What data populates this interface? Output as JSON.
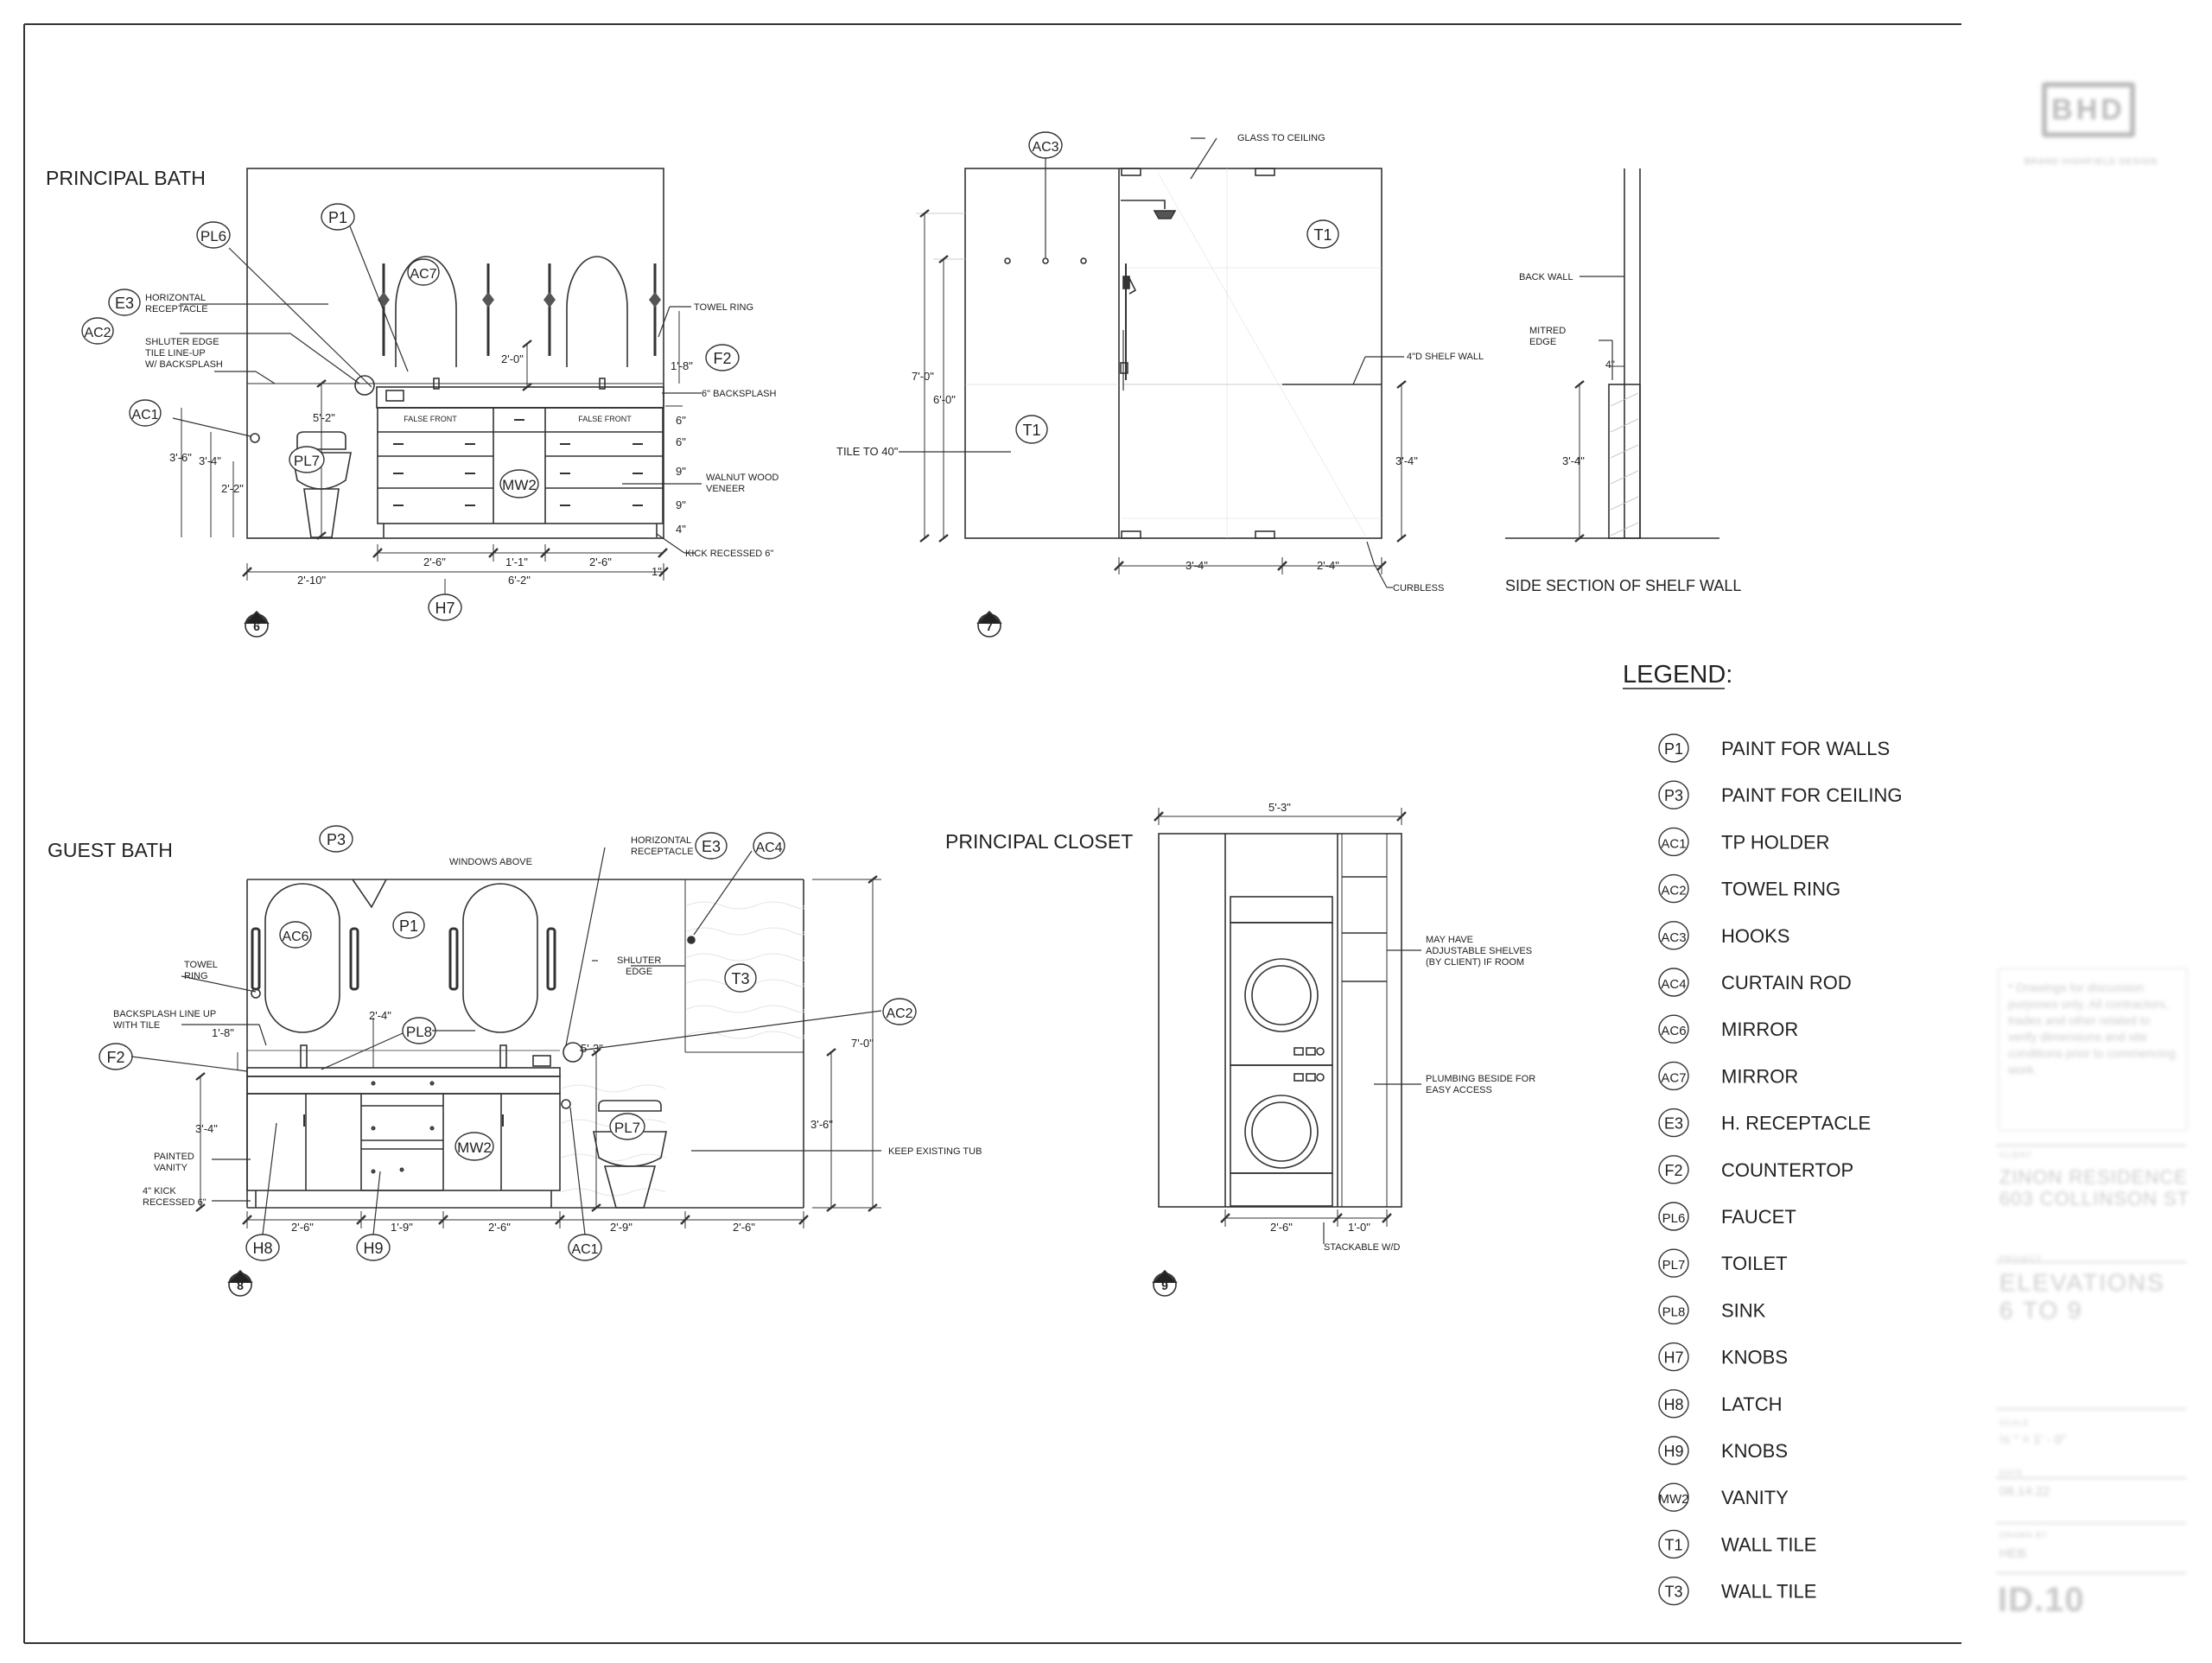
{
  "views": {
    "principal_bath": {
      "title": "PRINCIPAL BATH",
      "number": "6",
      "tags": {
        "PL6": "PL6",
        "P1": "P1",
        "AC7": "AC7",
        "E3": "E3",
        "AC2": "AC2",
        "AC1": "AC1",
        "PL7": "PL7",
        "MW2": "MW2",
        "F2": "F2",
        "H7": "H7"
      },
      "notes": {
        "horizontal_receptacle": [
          "HORIZONTAL",
          "RECEPTACLE"
        ],
        "schluter_edge": [
          "SHLUTER EDGE",
          "TILE LINE-UP",
          "W/ BACKSPLASH"
        ],
        "towel_ring": "TOWEL RING",
        "backsplash": "6\" BACKSPLASH",
        "walnut": [
          "WALNUT WOOD",
          "VENEER"
        ],
        "kick": "KICK RECESSED 6\"",
        "false_front_left": "FALSE FRONT",
        "false_front_right": "FALSE FRONT"
      },
      "dims": {
        "d_2_0": "2'-0\"",
        "d_1_8": "1'-8\"",
        "d_5_2": "5'-2\"",
        "d_3_6": "3'-6\"",
        "d_3_4": "3'-4\"",
        "d_2_2": "2'-2\"",
        "d_6a": "6\"",
        "d_6b": "6\"",
        "d_9a": "9\"",
        "d_9b": "9\"",
        "d_4": "4\"",
        "d_2_6a": "2'-6\"",
        "d_1_1": "1'-1\"",
        "d_2_6b": "2'-6\"",
        "d_2_10": "2'-10\"",
        "d_6_2": "6'-2\"",
        "d_1": "1\""
      }
    },
    "shower": {
      "number": "7",
      "tags": {
        "AC3": "AC3",
        "T1a": "T1",
        "T1b": "T1"
      },
      "notes": {
        "glass": "GLASS TO CEILING",
        "shelf_wall": "4\"D SHELF WALL",
        "tile_to": "TILE TO 40\"",
        "curbless": "CURBLESS"
      },
      "dims": {
        "d_7_0": "7'-0\"",
        "d_6_0": "6'-0\"",
        "d_3_4_right": "3'-4\"",
        "d_3_4_bottom": "3'-4\"",
        "d_2_4": "2'-4\""
      }
    },
    "shelf_section": {
      "title": "SIDE SECTION OF SHELF WALL",
      "notes": {
        "back_wall": "BACK WALL",
        "mitred": [
          "MITRED",
          "EDGE"
        ]
      },
      "dims": {
        "d_4": "4\"",
        "d_3_4": "3'-4\""
      }
    },
    "guest_bath": {
      "title": "GUEST BATH",
      "number": "8",
      "tags": {
        "P3": "P3",
        "E3": "E3",
        "AC4": "AC4",
        "AC6": "AC6",
        "P1": "P1",
        "T3": "T3",
        "PL8": "PL8",
        "AC2": "AC2",
        "F2": "F2",
        "PL7": "PL7",
        "MW2": "MW2",
        "H8": "H8",
        "H9": "H9",
        "AC1": "AC1"
      },
      "notes": {
        "windows": "WINDOWS ABOVE",
        "horizontal_receptacle": [
          "HORIZONTAL",
          "RECEPTACLE"
        ],
        "towel_ring": [
          "TOWEL",
          "RING"
        ],
        "backsplash": [
          "BACKSPLASH LINE UP",
          "WITH TILE"
        ],
        "schluter": [
          "SHLUTER",
          "EDGE"
        ],
        "painted": [
          "PAINTED",
          "VANITY"
        ],
        "kick": [
          "4\" KICK",
          "RECESSED 6\""
        ],
        "keep_tub": "KEEP EXISTING TUB"
      },
      "dims": {
        "d_1_8": "1'-8\"",
        "d_2_4": "2'-4\"",
        "d_5_3": "5'-3\"",
        "d_7_0": "7'-0\"",
        "d_3_4": "3'-4\"",
        "d_3_6": "3'-6\"",
        "d_2_6a": "2'-6\"",
        "d_1_9": "1'-9\"",
        "d_2_6b": "2'-6\"",
        "d_2_9": "2'-9\"",
        "d_2_6c": "2'-6\""
      }
    },
    "principal_closet": {
      "title": "PRINCIPAL CLOSET",
      "number": "9",
      "notes": {
        "shelves": [
          "MAY HAVE",
          "ADJUSTABLE SHELVES",
          "(BY CLIENT) IF ROOM"
        ],
        "plumbing": [
          "PLUMBING BESIDE FOR",
          "EASY ACCESS"
        ],
        "stackable": "STACKABLE W/D"
      },
      "dims": {
        "d_5_3": "5'-3\"",
        "d_2_6": "2'-6\"",
        "d_1_0": "1'-0\""
      }
    }
  },
  "legend": {
    "title": "LEGEND:",
    "items": [
      {
        "tag": "P1",
        "label": "PAINT FOR WALLS"
      },
      {
        "tag": "P3",
        "label": "PAINT FOR CEILING"
      },
      {
        "tag": "AC1",
        "label": "TP HOLDER"
      },
      {
        "tag": "AC2",
        "label": "TOWEL RING"
      },
      {
        "tag": "AC3",
        "label": "HOOKS"
      },
      {
        "tag": "AC4",
        "label": "CURTAIN ROD"
      },
      {
        "tag": "AC6",
        "label": "MIRROR"
      },
      {
        "tag": "AC7",
        "label": "MIRROR"
      },
      {
        "tag": "E3",
        "label": "H. RECEPTACLE"
      },
      {
        "tag": "F2",
        "label": "COUNTERTOP"
      },
      {
        "tag": "PL6",
        "label": "FAUCET"
      },
      {
        "tag": "PL7",
        "label": "TOILET"
      },
      {
        "tag": "PL8",
        "label": "SINK"
      },
      {
        "tag": "H7",
        "label": "KNOBS"
      },
      {
        "tag": "H8",
        "label": "LATCH"
      },
      {
        "tag": "H9",
        "label": "KNOBS"
      },
      {
        "tag": "MW2",
        "label": "VANITY"
      },
      {
        "tag": "T1",
        "label": "WALL TILE"
      },
      {
        "tag": "T3",
        "label": "WALL TILE"
      }
    ]
  },
  "title_block": {
    "logo": "BHD",
    "logo_sub": "BRAND HIGHFIELD DESIGN",
    "note": "* Drawings for discussion purposes only. All contractors, trades and other related to verify dimensions and site conditions prior to commencing work.",
    "client_label": "CLIENT",
    "client": [
      "ZINON RESIDENCE",
      "603 COLLINSON ST"
    ],
    "project_label": "PROJECT",
    "project": [
      "ELEVATIONS",
      "6 TO 9"
    ],
    "scale_label": "SCALE",
    "scale": "½ \" = 1' - 0\"",
    "date_label": "DATE",
    "date": "08.14.22",
    "drawn_label": "DRAWN BY",
    "drawn": "HEB",
    "sheet": "ID.10"
  }
}
